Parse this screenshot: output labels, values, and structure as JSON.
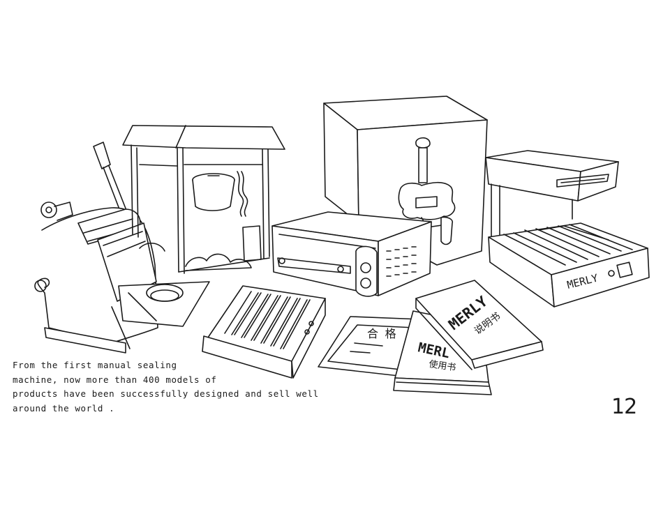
{
  "caption": {
    "lines": [
      "From the first manual sealing",
      "machine, now more than 400 models of",
      "products have been successfully designed and sell well",
      "around the world ."
    ]
  },
  "page_number": "12",
  "labels": {
    "brand_a": "MERLY",
    "brand_b": "MERLY",
    "brand_c": "MERL",
    "certificate": "合 格",
    "manual_a": "说明书",
    "manual_b": "使用书"
  },
  "colors": {
    "ink": "#1a1a1a",
    "paper": "#ffffff"
  }
}
